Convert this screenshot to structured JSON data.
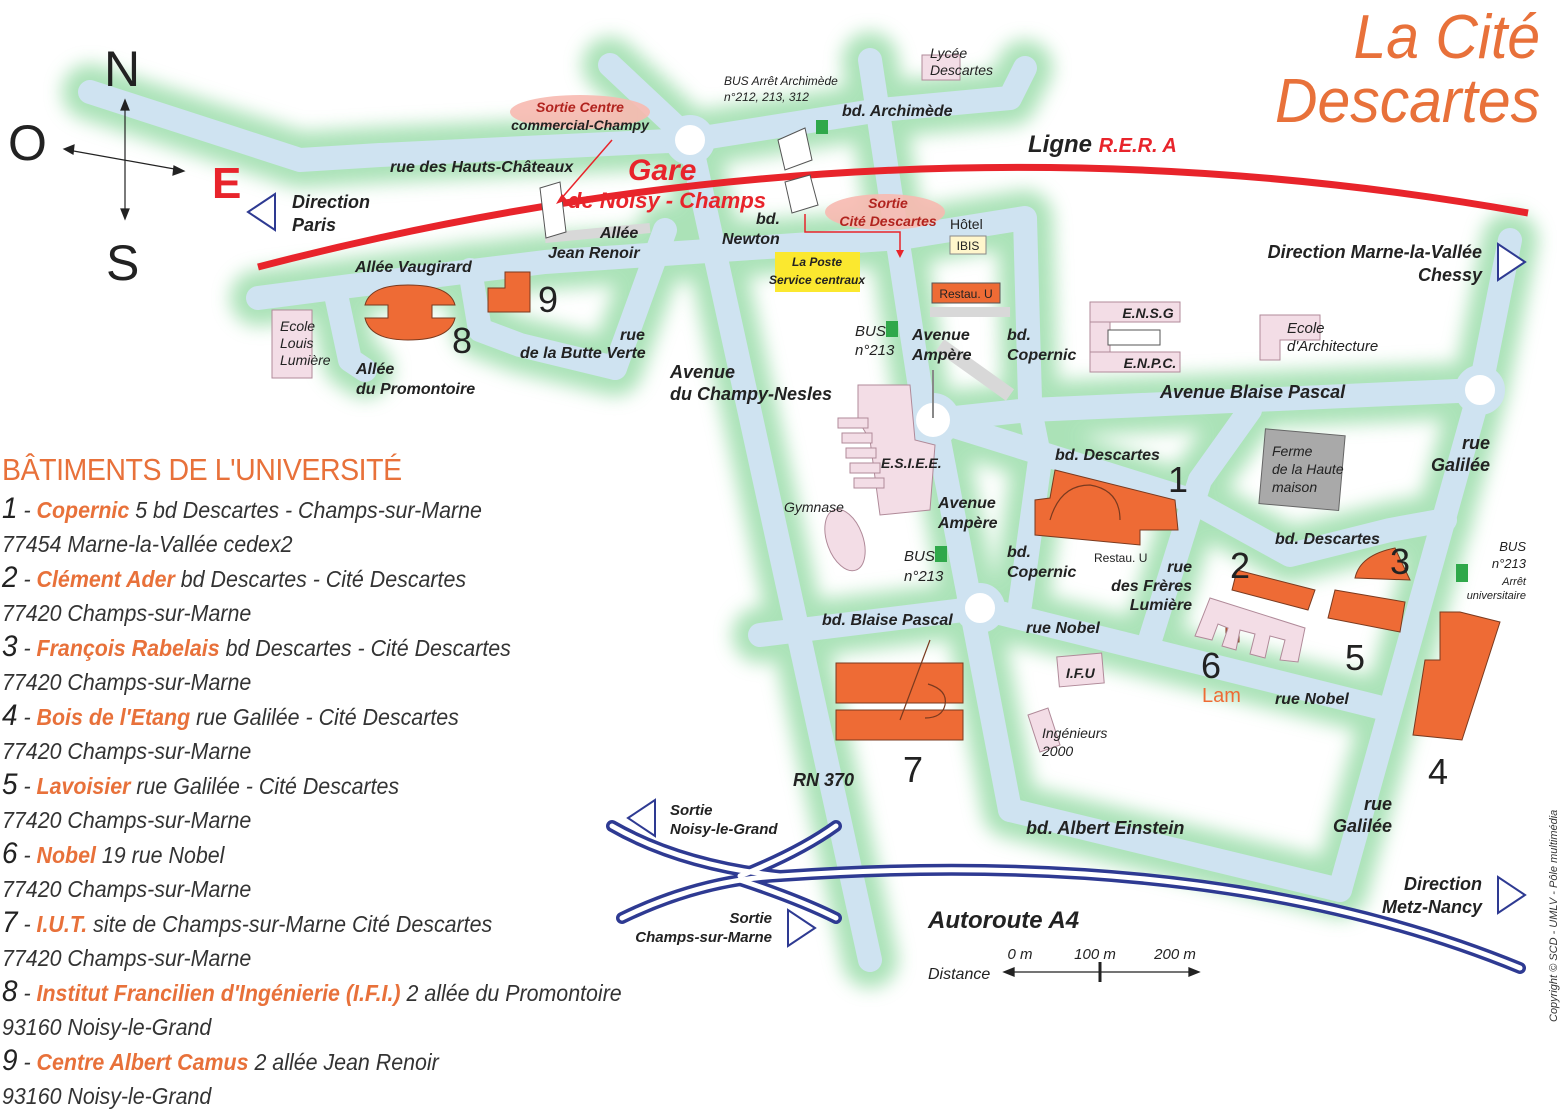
{
  "title": {
    "line1": "La Cité",
    "line2": "Descartes"
  },
  "compass": {
    "n": "N",
    "s": "S",
    "o": "O",
    "e": "E"
  },
  "rer": {
    "prefix": "Ligne",
    "name": "R.E.R. A"
  },
  "gare": {
    "line1": "Gare",
    "line2": "de Noisy - Champs"
  },
  "exits": {
    "champy": {
      "line1": "Sortie Centre",
      "line2": "commercial-Champy"
    },
    "cite": {
      "line1": "Sortie",
      "line2": "Cité Descartes"
    }
  },
  "directions": {
    "paris": {
      "line1": "Direction",
      "line2": "Paris"
    },
    "marne": {
      "line1": "Direction Marne-la-Vallée",
      "line2": "Chessy"
    },
    "metz": {
      "line1": "Direction",
      "line2": "Metz-Nancy"
    },
    "noisy": {
      "line1": "Sortie",
      "line2": "Noisy-le-Grand"
    },
    "champs": {
      "line1": "Sortie",
      "line2": "Champs-sur-Marne"
    }
  },
  "bus": {
    "archimede": {
      "line1": "BUS Arrêt Archimède",
      "line2": "n°212, 213, 312"
    },
    "bus213": {
      "line1": "BUS",
      "line2": "n°213"
    },
    "univ": {
      "line1": "BUS",
      "line2": "n°213",
      "line3": "Arrêt",
      "line4": "universitaire"
    }
  },
  "streets": {
    "archimede": "bd. Archimède",
    "hauts_chateaux": "rue des Hauts-Châteaux",
    "jean_renoir": {
      "line1": "Allée",
      "line2": "Jean Renoir"
    },
    "newton": {
      "line1": "bd.",
      "line2": "Newton"
    },
    "vaugirard": "Allée Vaugirard",
    "promontoire": {
      "line1": "Allée",
      "line2": "du Promontoire"
    },
    "butte_verte": {
      "line1": "rue",
      "line2": "de la Butte Verte"
    },
    "champy_nesles": {
      "line1": "Avenue",
      "line2": "du Champy-Nesles"
    },
    "ampere1": {
      "line1": "Avenue",
      "line2": "Ampère"
    },
    "ampere2": {
      "line1": "Avenue",
      "line2": "Ampère"
    },
    "copernic1": {
      "line1": "bd.",
      "line2": "Copernic"
    },
    "copernic2": {
      "line1": "bd.",
      "line2": "Copernic"
    },
    "blaise_pascal_av": "Avenue Blaise Pascal",
    "blaise_pascal_bd": "bd. Blaise Pascal",
    "descartes1": "bd. Descartes",
    "descartes2": "bd. Descartes",
    "galilee1": {
      "line1": "rue",
      "line2": "Galilée"
    },
    "galilee2": {
      "line1": "rue",
      "line2": "Galilée"
    },
    "freres_lumiere": {
      "line1": "rue",
      "line2": "des Frères",
      "line3": "Lumière"
    },
    "nobel1": "rue Nobel",
    "nobel2": "rue Nobel",
    "einstein": "bd. Albert Einstein",
    "rn370": "RN 370",
    "a4": "Autoroute A4"
  },
  "places": {
    "lycee": {
      "line1": "Lycée",
      "line2": "Descartes"
    },
    "hotel": "Hôtel",
    "ibis": "IBIS",
    "poste": {
      "line1": "La Poste",
      "line2": "Service centraux"
    },
    "restau_u1": "Restau. U",
    "restau_u2": "Restau. U",
    "ensg": "E.N.S.G",
    "enpc": "E.N.P.C.",
    "ecole_archi": {
      "line1": "Ecole",
      "line2": "d'Architecture"
    },
    "ecole_lumiere": {
      "line1": "Ecole",
      "line2": "Louis",
      "line3": "Lumière"
    },
    "esiee": "E.S.I.E.E.",
    "gymnase": "Gymnase",
    "ferme": {
      "line1": "Ferme",
      "line2": "de la Haute",
      "line3": "maison"
    },
    "ifu": "I.F.U",
    "ingenieurs": {
      "line1": "Ingénieurs",
      "line2": "2000"
    },
    "lam": "Lam"
  },
  "building_numbers": [
    "1",
    "2",
    "3",
    "4",
    "5",
    "6",
    "7",
    "8",
    "9"
  ],
  "scale": {
    "label": "Distance",
    "t0": "0 m",
    "t1": "100 m",
    "t2": "200 m"
  },
  "legend": {
    "title": "BÂTIMENTS DE L'UNIVERSITÉ",
    "entries": [
      {
        "num": "1",
        "name": "Copernic",
        "addr": "5 bd Descartes - Champs-sur-Marne",
        "city": "77454 Marne-la-Vallée cedex2"
      },
      {
        "num": "2",
        "name": "Clément Ader",
        "addr": "bd Descartes - Cité Descartes",
        "city": "77420 Champs-sur-Marne"
      },
      {
        "num": "3",
        "name": "François Rabelais",
        "addr": "bd Descartes - Cité Descartes",
        "city": "77420 Champs-sur-Marne"
      },
      {
        "num": "4",
        "name": "Bois de l'Etang",
        "addr": "rue Galilée - Cité Descartes",
        "city": "77420 Champs-sur-Marne"
      },
      {
        "num": "5",
        "name": "Lavoisier",
        "addr": "rue Galilée - Cité Descartes",
        "city": "77420 Champs-sur-Marne"
      },
      {
        "num": "6",
        "name": "Nobel",
        "addr": "19 rue Nobel",
        "city": "77420 Champs-sur-Marne"
      },
      {
        "num": "7",
        "name": "I.U.T.",
        "addr": "site de Champs-sur-Marne Cité Descartes",
        "city": "77420 Champs-sur-Marne"
      },
      {
        "num": "8",
        "name": "Institut Francilien d'Ingénierie (I.F.I.)",
        "addr": "2 allée du Promontoire",
        "city": "93160 Noisy-le-Grand"
      },
      {
        "num": "9",
        "name": "Centre Albert Camus",
        "addr": "2 allée Jean Renoir",
        "city": "93160 Noisy-le-Grand"
      }
    ]
  },
  "copyright": "Copyright © SCD - UMLV - Pôle multimédia",
  "colors": {
    "road": "#cfe3f1",
    "glow": "#8fd9a0",
    "building": "#ee6b35",
    "pink": "#f3dde6",
    "rer": "#e8242b",
    "autoroute": "#2e3a92",
    "title": "#e8713a",
    "bus": "#2fa84a"
  }
}
